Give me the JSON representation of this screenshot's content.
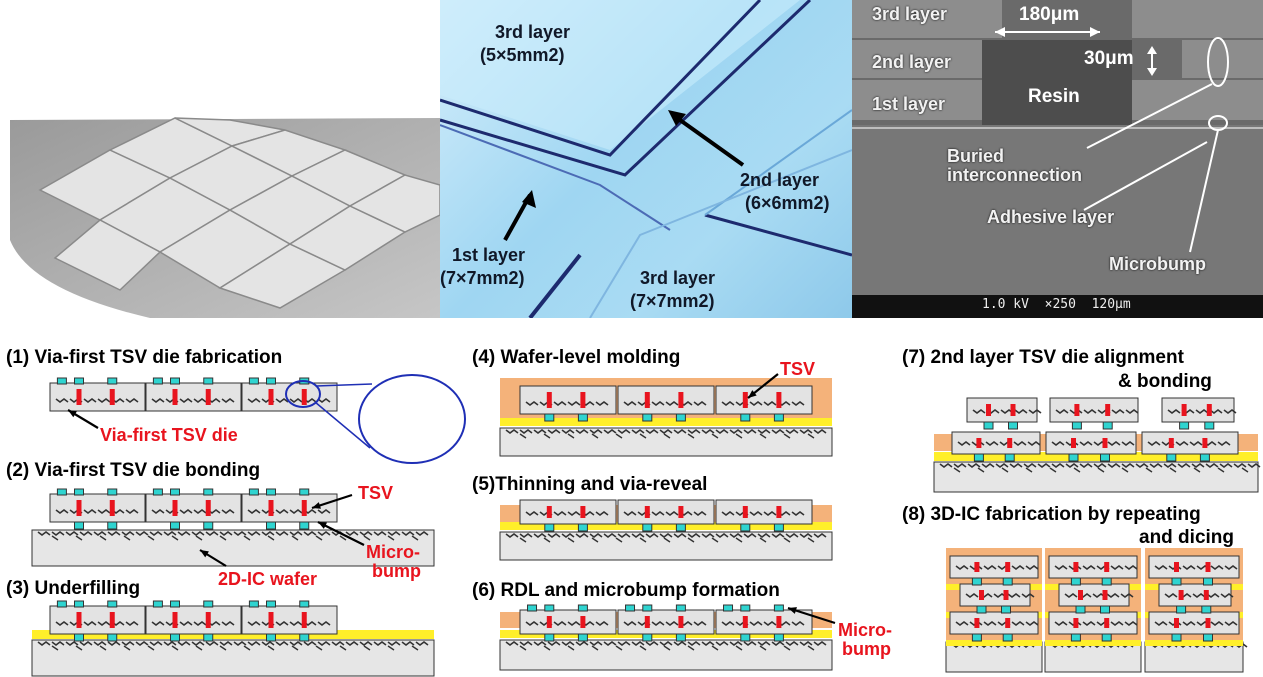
{
  "photos": {
    "left": {
      "description_icon": "wafer-with-dies-photo-icon"
    },
    "middle": {
      "layer3_top": "3rd layer",
      "layer3_top_size": "(5×5mm2)",
      "layer2": "2nd layer",
      "layer2_size": "(6×6mm2)",
      "layer1": "1st layer",
      "layer1_size": "(7×7mm2)",
      "layer3_bottom": "3rd layer",
      "layer3_bottom_size": "(7×7mm2)"
    },
    "right": {
      "layer3": "3rd layer",
      "layer2": "2nd layer",
      "layer1": "1st layer",
      "width": "180μm",
      "height": "30μm",
      "resin": "Resin",
      "buried": "Buried",
      "interconnection": "interconnection",
      "adhesive": "Adhesive layer",
      "microbump": "Microbump",
      "sem_info": "1.0 kV  ×250  120μm"
    }
  },
  "steps": {
    "s1": "(1)  Via-first TSV die fabrication",
    "s2": "(2)  Via-first TSV die bonding",
    "s3": "(3)  Underfilling",
    "s4": "(4)  Wafer-level molding",
    "s5": "(5)Thinning and via-reveal",
    "s6": "(6)  RDL and microbump formation",
    "s7a": "(7)  2nd layer TSV die alignment",
    "s7b": "& bonding",
    "s8a": "(8)  3D-IC fabrication by repeating",
    "s8b": "and dicing"
  },
  "annotations": {
    "via_first_die": "Via-first TSV die",
    "tsv_2": "TSV",
    "micro_2a": "Micro-",
    "micro_2b": "bump",
    "wafer_2": "2D-IC wafer",
    "tsv_4": "TSV",
    "micro_6a": "Micro-",
    "micro_6b": "bump"
  },
  "colors": {
    "die": "#e3e3e3",
    "wafer": "#e6e6e6",
    "tsv": "#e8141e",
    "bump": "#2fd4d0",
    "underfill": "#ffef2a",
    "mold": "#f4b27a",
    "highlight": "#1f2fb5",
    "annotation_red": "#e8141e"
  }
}
